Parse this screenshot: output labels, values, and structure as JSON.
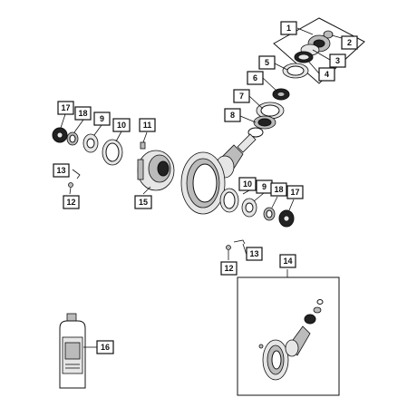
{
  "callouts": {
    "c1": "1",
    "c2": "2",
    "c3": "3",
    "c4": "4",
    "c5": "5",
    "c6": "6",
    "c7": "7",
    "c8": "8",
    "c9a": "9",
    "c9b": "9",
    "c10a": "10",
    "c10b": "10",
    "c11": "11",
    "c12a": "12",
    "c12b": "12",
    "c13a": "13",
    "c13b": "13",
    "c14": "14",
    "c15": "15",
    "c16": "16",
    "c17a": "17",
    "c17b": "17",
    "c18a": "18",
    "c18b": "18"
  }
}
